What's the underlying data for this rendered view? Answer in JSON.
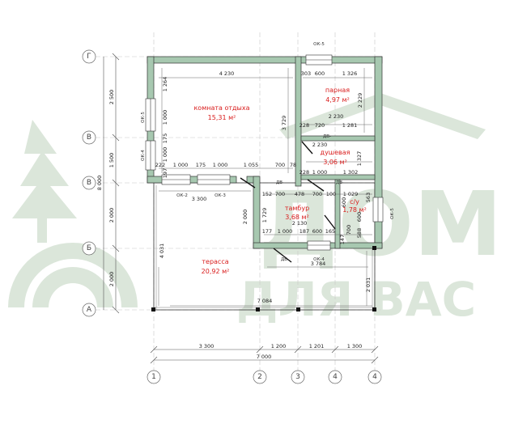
{
  "watermark": {
    "line1": "ДОМ",
    "line2": "ДЛЯ ВАС",
    "color": "#dbe6da"
  },
  "wall_color": "#a7c8b0",
  "rooms": [
    {
      "name": "комната отдыха",
      "area": "15,31 м²"
    },
    {
      "name": "парная",
      "area": "4,97 м²"
    },
    {
      "name": "душевая",
      "area": "3,06 м²"
    },
    {
      "name": "тамбур",
      "area": "3,68 м²"
    },
    {
      "name": "с/у",
      "area": "1,78 м²"
    },
    {
      "name": "терасса",
      "area": "20,92 м²"
    }
  ],
  "axes_rows": [
    "Г",
    "В",
    "В",
    "Б",
    "А"
  ],
  "axes_cols": [
    "1",
    "2",
    "3",
    "4",
    "4"
  ],
  "openings": {
    "ok5_top": "ОК-5",
    "ok5_left": "ОК-5",
    "ok4_left": "ОК-4",
    "ok5_right": "ОК-5",
    "ok2": "ОК-2",
    "ok3": "ОК-3",
    "ok4_bottom": "ОК-4",
    "dv_shower": "ДВ-",
    "dv_tambur": "ДВ-",
    "dv_lower": "ДВ-",
    "dv_right": "ДВ-"
  },
  "dims": {
    "top_4230": "4 230",
    "top_303": "303",
    "top_600": "600",
    "top_1326": "1 326",
    "v_1264": "1 264",
    "v_1000": "1 000",
    "v_175": "175",
    "v_1000b": "1 000",
    "v_197": "197",
    "v_3729": "3 729",
    "v_2229": "2 229",
    "p_228a": "228",
    "p_720": "720",
    "p_1281": "1 281",
    "p_2230a": "2 230",
    "p_2230b": "2 230",
    "p_1327": "1 327",
    "p_228b": "228",
    "p_1000": "1 000",
    "p_1302": "1 302",
    "w_222": "222",
    "w_1000a": "1 000",
    "w_175": "175",
    "w_1000b": "1 000",
    "w_1055": "1 055",
    "w_700": "700",
    "w_78": "78",
    "t_152": "152",
    "t_700": "700",
    "t_478": "478",
    "t_700b": "700",
    "t_100": "100",
    "t_1029": "1 029",
    "t_563": "563",
    "t_600": "600",
    "x_3300": "3 300",
    "v_2000": "2 000",
    "v_1729": "1 729",
    "x_2130": "2 130",
    "x_177": "177",
    "x_1000": "1 000",
    "x_187": "187",
    "x_600": "600",
    "x_165": "165",
    "x_147": "147",
    "x_700": "700",
    "x_588": "588",
    "x_600b": "600",
    "v_4031": "4 031",
    "x_3784": "3 784",
    "v_2031": "2 031",
    "x_7084": "7 084",
    "left_2500": "2 500",
    "left_1500": "1 500",
    "left_8000": "8 000",
    "left_2000a": "2 000",
    "left_2000b": "2 000",
    "bot_3300": "3 300",
    "bot_1200": "1 200",
    "bot_1201": "1 201",
    "bot_1300": "1 300",
    "bot_7000": "7 000"
  }
}
